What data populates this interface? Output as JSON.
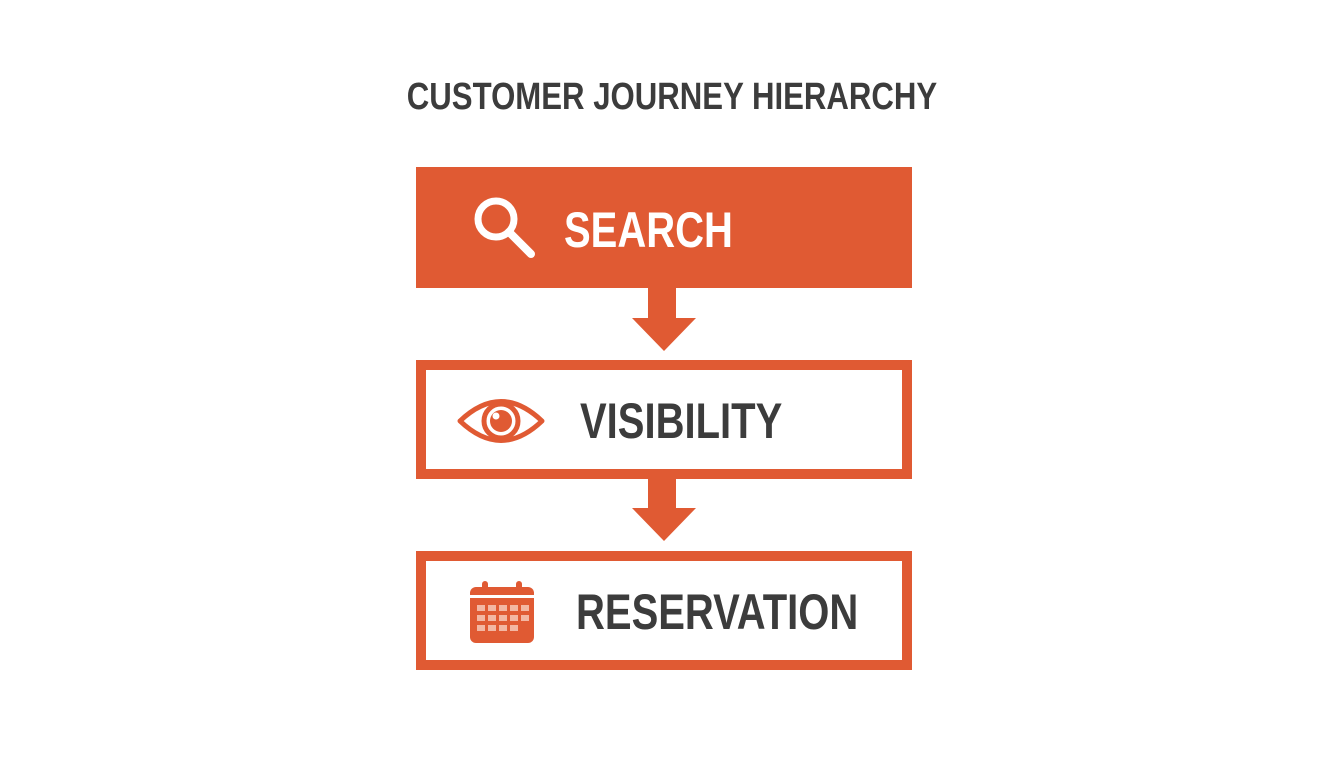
{
  "title": "CUSTOMER JOURNEY HIERARCHY",
  "colors": {
    "accent": "#e05a33",
    "text": "#3c3c3c",
    "background": "#ffffff"
  },
  "steps": [
    {
      "label": "SEARCH",
      "icon": "search-icon",
      "style": "filled"
    },
    {
      "label": "VISIBILITY",
      "icon": "eye-icon",
      "style": "outline"
    },
    {
      "label": "RESERVATION",
      "icon": "calendar-icon",
      "style": "outline"
    }
  ],
  "connectors": [
    {
      "from": "SEARCH",
      "to": "VISIBILITY",
      "icon": "arrow-down-icon"
    },
    {
      "from": "VISIBILITY",
      "to": "RESERVATION",
      "icon": "arrow-down-icon"
    }
  ]
}
